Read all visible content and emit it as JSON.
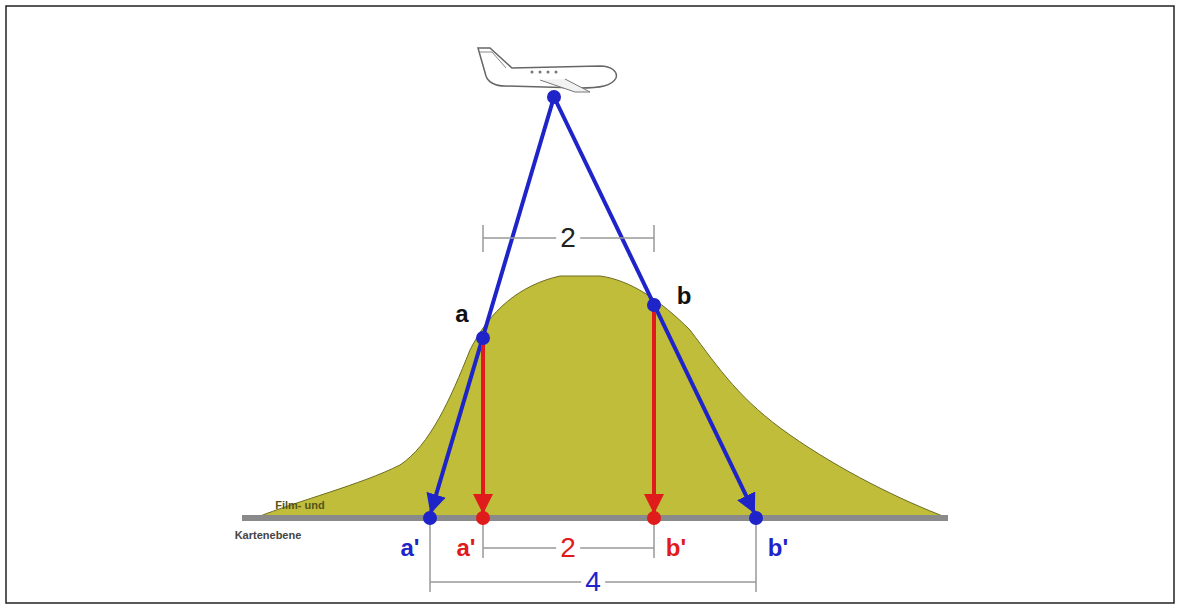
{
  "diagram": {
    "labels": [
      "2",
      "a",
      "b",
      "Film- und",
      "Kartenebene",
      "a'",
      "a'",
      "2",
      "b'",
      "b'",
      "4"
    ]
  }
}
